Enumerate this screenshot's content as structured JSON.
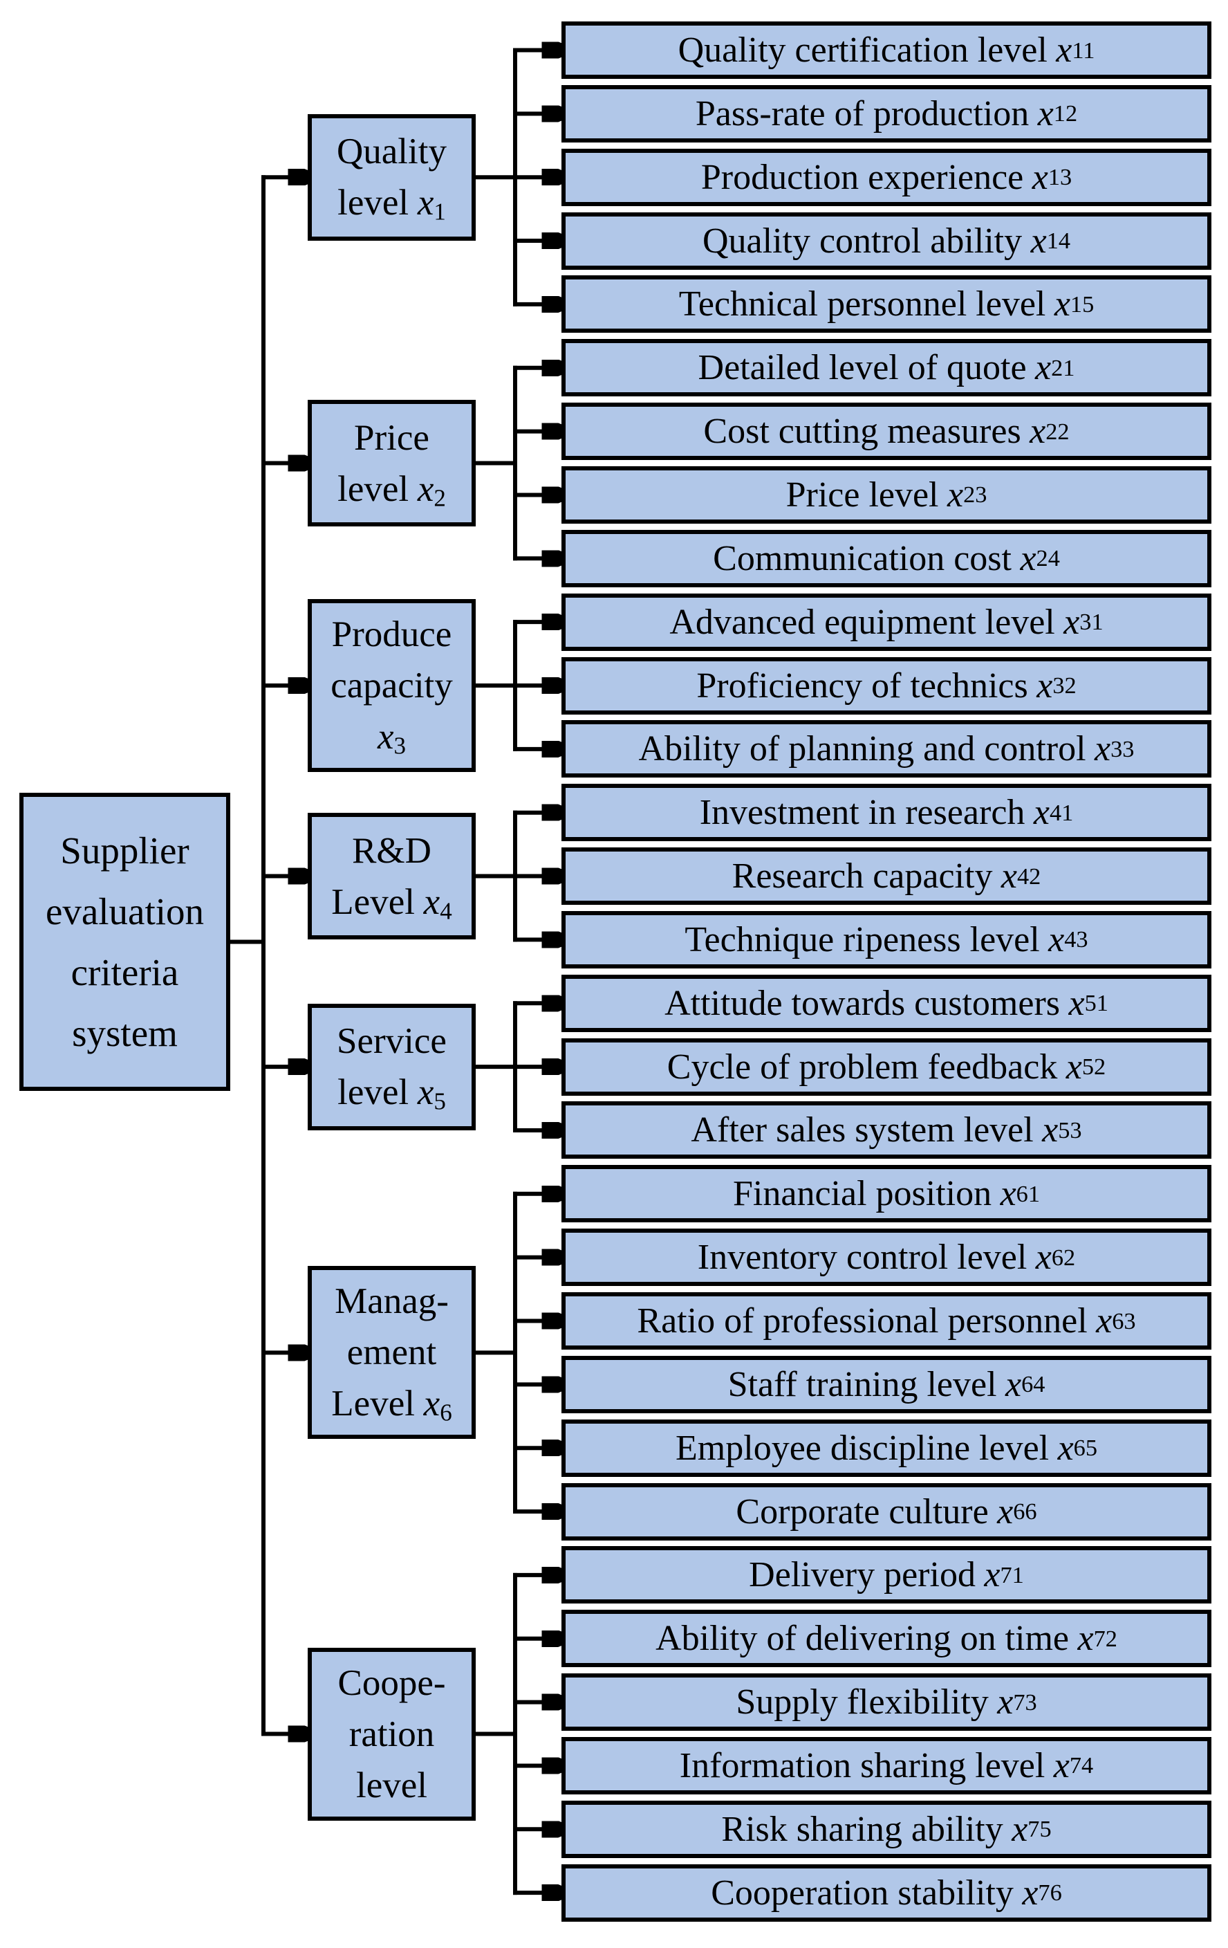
{
  "diagram": {
    "background": "#ffffff",
    "colors": {
      "box_fill": "#b1c7e8",
      "box_border": "#000000",
      "connector": "#000000",
      "text": "#000000"
    },
    "root": {
      "lines": [
        "Supplier",
        "evaluation",
        "criteria",
        "system"
      ]
    },
    "groups": [
      {
        "category": {
          "lines": [
            {
              "text": "Quality"
            },
            {
              "text": "level",
              "var": "x",
              "sub": "1"
            }
          ]
        },
        "children": [
          {
            "text": "Quality certification level",
            "var": "x",
            "sub": "11"
          },
          {
            "text": "Pass-rate of production",
            "var": "x",
            "sub": "12"
          },
          {
            "text": "Production experience",
            "var": "x",
            "sub": "13"
          },
          {
            "text": "Quality control ability",
            "var": "x",
            "sub": "14"
          },
          {
            "text": "Technical personnel level",
            "var": "x",
            "sub": "15"
          }
        ]
      },
      {
        "category": {
          "lines": [
            {
              "text": "Price"
            },
            {
              "text": "level",
              "var": "x",
              "sub": "2"
            }
          ]
        },
        "children": [
          {
            "text": "Detailed level of quote",
            "var": "x",
            "sub": "21"
          },
          {
            "text": "Cost cutting measures",
            "var": "x",
            "sub": "22"
          },
          {
            "text": "Price level",
            "var": "x",
            "sub": "23"
          },
          {
            "text": "Communication cost",
            "var": "x",
            "sub": "24"
          }
        ]
      },
      {
        "category": {
          "lines": [
            {
              "text": "Produce"
            },
            {
              "text": "capacity"
            },
            {
              "text": "",
              "var": "x",
              "sub": "3"
            }
          ]
        },
        "children": [
          {
            "text": "Advanced equipment level",
            "var": "x",
            "sub": "31"
          },
          {
            "text": "Proficiency of technics",
            "var": "x",
            "sub": "32"
          },
          {
            "text": "Ability of planning and control",
            "var": "x",
            "sub": "33"
          }
        ]
      },
      {
        "category": {
          "lines": [
            {
              "text": "R&D"
            },
            {
              "text": "Level",
              "var": "x",
              "sub": "4"
            }
          ]
        },
        "children": [
          {
            "text": "Investment in research",
            "var": "x",
            "sub": "41"
          },
          {
            "text": "Research capacity",
            "var": "x",
            "sub": "42"
          },
          {
            "text": "Technique ripeness level",
            "var": "x",
            "sub": "43"
          }
        ]
      },
      {
        "category": {
          "lines": [
            {
              "text": "Service"
            },
            {
              "text": "level",
              "var": "x",
              "sub": "5"
            }
          ]
        },
        "children": [
          {
            "text": "Attitude towards customers",
            "var": "x",
            "sub": "51"
          },
          {
            "text": "Cycle of problem feedback",
            "var": "x",
            "sub": "52"
          },
          {
            "text": "After sales system level",
            "var": "x",
            "sub": "53"
          }
        ]
      },
      {
        "category": {
          "lines": [
            {
              "text": "Manag-"
            },
            {
              "text": "ement"
            },
            {
              "text": "Level",
              "var": "x",
              "sub": "6"
            }
          ]
        },
        "children": [
          {
            "text": "Financial position",
            "var": "x",
            "sub": "61"
          },
          {
            "text": "Inventory control level",
            "var": "x",
            "sub": "62"
          },
          {
            "text": "Ratio of professional personnel",
            "var": "x",
            "sub": "63"
          },
          {
            "text": "Staff training level",
            "var": "x",
            "sub": "64"
          },
          {
            "text": "Employee discipline level",
            "var": "x",
            "sub": "65"
          },
          {
            "text": "Corporate culture",
            "var": "x",
            "sub": "66"
          }
        ]
      },
      {
        "category": {
          "lines": [
            {
              "text": "Coope-"
            },
            {
              "text": "ration"
            },
            {
              "text": "level"
            }
          ]
        },
        "children": [
          {
            "text": "Delivery period",
            "var": "x",
            "sub": "71"
          },
          {
            "text": "Ability of delivering on time",
            "var": "x",
            "sub": "72"
          },
          {
            "text": "Supply flexibility",
            "var": "x",
            "sub": "73"
          },
          {
            "text": "Information sharing level",
            "var": "x",
            "sub": "74"
          },
          {
            "text": "Risk sharing ability",
            "var": "x",
            "sub": "75"
          },
          {
            "text": "Cooperation stability",
            "var": "x",
            "sub": "76"
          }
        ]
      }
    ]
  }
}
